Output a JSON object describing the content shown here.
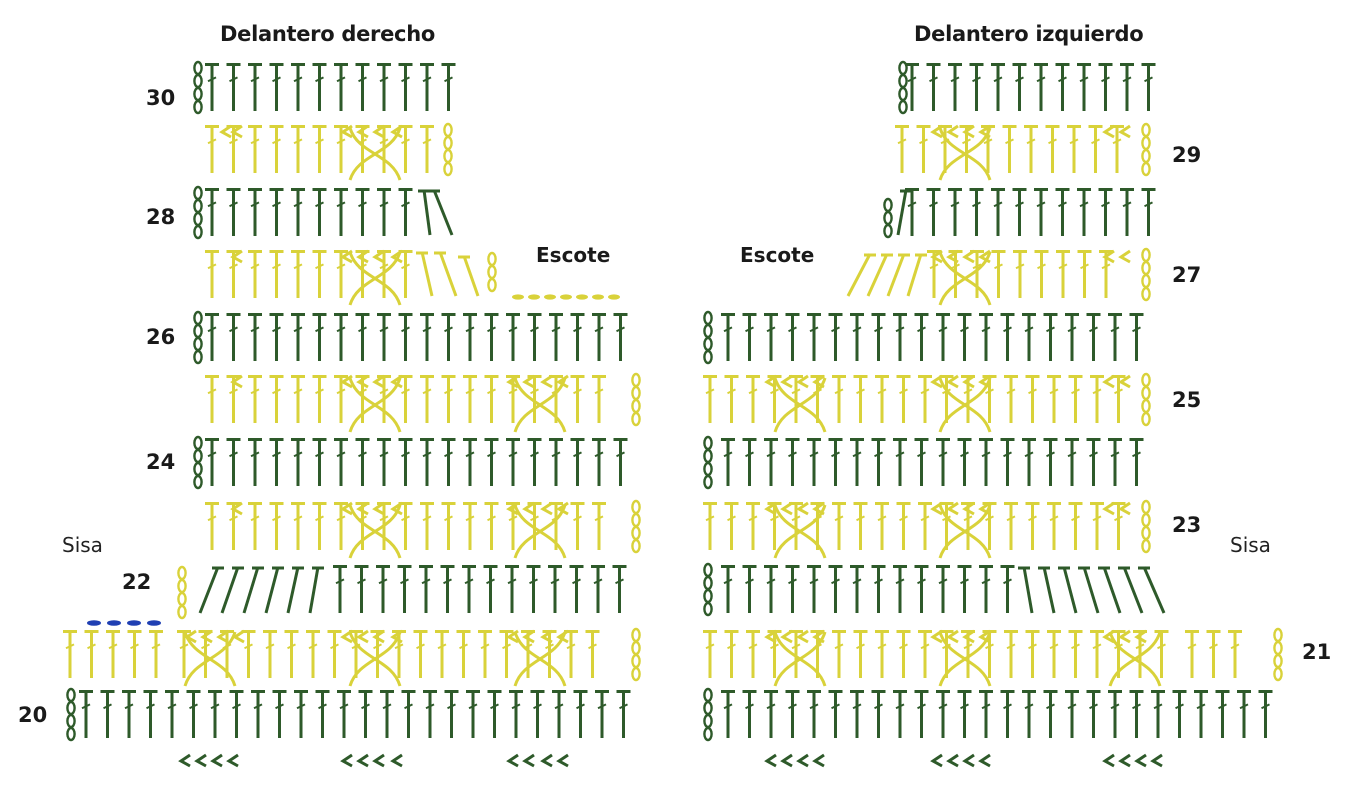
{
  "titles": {
    "right_front": "Delantero derecho",
    "left_front": "Delantero izquierdo"
  },
  "labels": {
    "neckline_left": "Escote",
    "neckline_right": "Escote",
    "armhole_left": "Sisa",
    "armhole_right": "Sisa"
  },
  "row_numbers": {
    "right_front": [
      "30",
      "28",
      "26",
      "24",
      "22",
      "20"
    ],
    "left_front": [
      "29",
      "27",
      "25",
      "23",
      "21"
    ]
  },
  "colors": {
    "dark_stitch": "#2e5a2a",
    "light_stitch": "#d9d23a",
    "chain_dots": "#1f3fb3"
  },
  "symbols": {
    "stitch": "double-crochet-symbol",
    "chain": "chain-oval-symbol",
    "slip": "slip-stitch-symbol"
  }
}
